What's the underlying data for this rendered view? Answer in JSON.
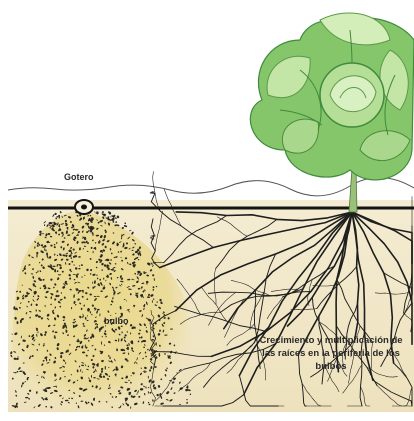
{
  "labels": {
    "dripper": "Gotero",
    "bulb": "bulbo",
    "roots": "Crecimiento y multiplicación de las raíces en la periferia de los bulbos"
  },
  "colors": {
    "soil": "#f0e6c5",
    "bulb": "#e6d483",
    "pipe": "#141414",
    "dots": "#2b2a22",
    "roots": "#1e1e1e",
    "leaf_light": "#c3e6a6",
    "leaf_mid": "#86c66b",
    "leaf_dark": "#3f8a3c"
  },
  "icons": {
    "dripper": "dripper-emitter-icon",
    "plant": "lettuce-plant-icon"
  }
}
